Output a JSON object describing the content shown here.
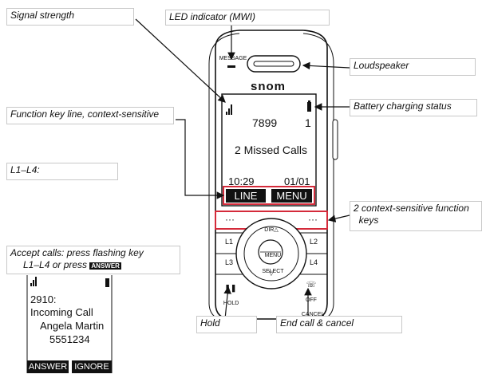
{
  "callouts": {
    "signal_strength": "Signal strength",
    "led_indicator": "LED indicator (MWI)",
    "loudspeaker": "Loudspeaker",
    "function_key_line": "Function key line, context-sensitive",
    "battery_status": "Battery charging status",
    "l1_l4": "L1–L4:",
    "context_keys": "2 context-sensitive function\n  keys",
    "accept_calls_line1": "Accept calls: press flashing key",
    "accept_calls_line2": "L1–L4 or press",
    "accept_badge": "ANSWER",
    "hold": "Hold",
    "end_call": "End call & cancel"
  },
  "phone": {
    "message_label": "MESSAGE",
    "brand": "snom",
    "display": {
      "number": "7899",
      "line_index": "1",
      "status": "2 Missed Calls",
      "time": "10:29",
      "page": "01/01",
      "softkey_left": "LINE",
      "softkey_right": "MENU"
    },
    "keys": {
      "dots_left": "···",
      "dots_right": "···",
      "l1": "L1",
      "l2": "L2",
      "l3": "L3",
      "l4": "L4",
      "nav_top": "DIR△",
      "nav_bottom": "▽",
      "menu": "MENU",
      "select": "SELECT",
      "hold": "HOLD",
      "off": "OFF",
      "cancel": "CANCEL"
    }
  },
  "incoming": {
    "line1": "2910:",
    "line2": "Incoming Call",
    "line3": "Angela Martin",
    "line4": "5551234",
    "softkey_left": "ANSWER",
    "softkey_right": "IGNORE"
  },
  "colors": {
    "highlight": "#d42a3a",
    "display_text": "#111111",
    "softkey_bg": "#111111"
  }
}
